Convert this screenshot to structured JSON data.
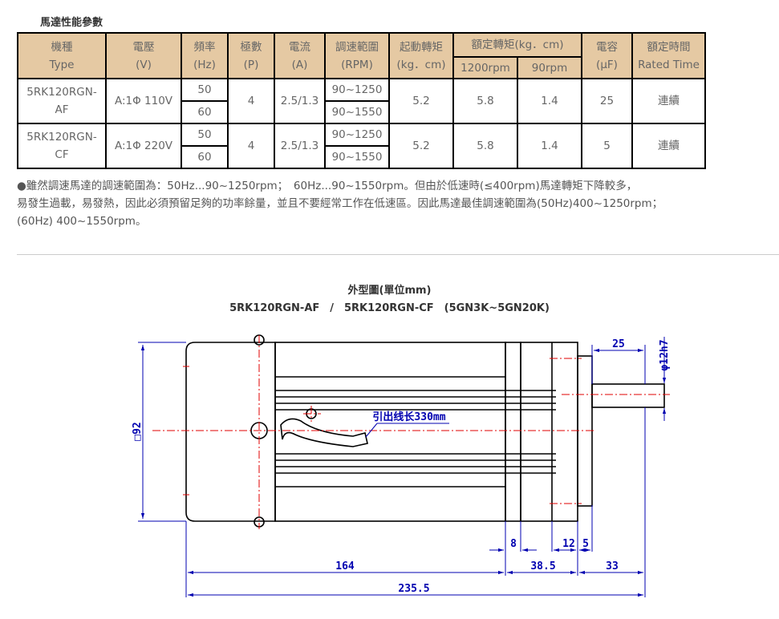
{
  "section_title": "馬達性能參數",
  "table": {
    "headers": {
      "type": [
        "機種",
        "Type"
      ],
      "voltage": [
        "電壓",
        "(V)"
      ],
      "frequency": [
        "頻率",
        "(Hz)"
      ],
      "poles": [
        "極數",
        "(P)"
      ],
      "current": [
        "電流",
        "(A)"
      ],
      "speed_range": [
        "調速範圍",
        "(RPM)"
      ],
      "starting_torque": [
        "起動轉矩",
        "(kg．cm)"
      ],
      "rated_torque": "額定轉矩(kg．cm)",
      "rated_torque_1200": "1200rpm",
      "rated_torque_90": "90rpm",
      "capacitor": [
        "電容",
        "(μF)"
      ],
      "rated_time": [
        "額定時間",
        "Rated Time"
      ]
    },
    "rows": [
      {
        "model": [
          "5RK120RGN-",
          "AF"
        ],
        "voltage": "A:1Φ 110V",
        "freq": [
          "50",
          "60"
        ],
        "poles": "4",
        "current": "2.5/1.3",
        "speed": [
          "90~1250",
          "90~1550"
        ],
        "start_torque": "5.2",
        "torque_1200": "5.8",
        "torque_90": "1.4",
        "capacitor": "25",
        "rated_time": "連續"
      },
      {
        "model": [
          "5RK120RGN-",
          "CF"
        ],
        "voltage": "A:1Φ 220V",
        "freq": [
          "50",
          "60"
        ],
        "poles": "4",
        "current": "2.5/1.3",
        "speed": [
          "90~1250",
          "90~1550"
        ],
        "start_torque": "5.2",
        "torque_1200": "5.8",
        "torque_90": "1.4",
        "capacitor": "5",
        "rated_time": "連續"
      }
    ]
  },
  "note": {
    "line1": "●雖然調速馬達的調速範圍為：50Hz...90~1250rpm；　60Hz...90~1550rpm。但由於低速時(≤400rpm)馬達轉矩下降較多，",
    "line2": "易發生過載，易發熱，因此必須預留足夠的功率餘量，並且不要經常工作在低速區。因此馬達最佳調速範圍為(50Hz)400~1250rpm；",
    "line3": "(60Hz) 400~1550rpm。"
  },
  "drawing": {
    "title": "外型圖(單位mm)",
    "subtitle": "5RK120RGN-AF　/　5RK120RGN-CF　(5GN3K~5GN20K)",
    "dims": {
      "height": "□92",
      "shaft_dia": "φ12h7",
      "shaft_len": "25",
      "lead_wire": "引出线长330mm",
      "d8": "8",
      "d12": "12",
      "d5": "5",
      "d164": "164",
      "d38_5": "38.5",
      "d33": "33",
      "total": "235.5"
    },
    "colors": {
      "outline": "#000000",
      "dimension": "#0000b0",
      "centerline": "#e00000"
    }
  }
}
